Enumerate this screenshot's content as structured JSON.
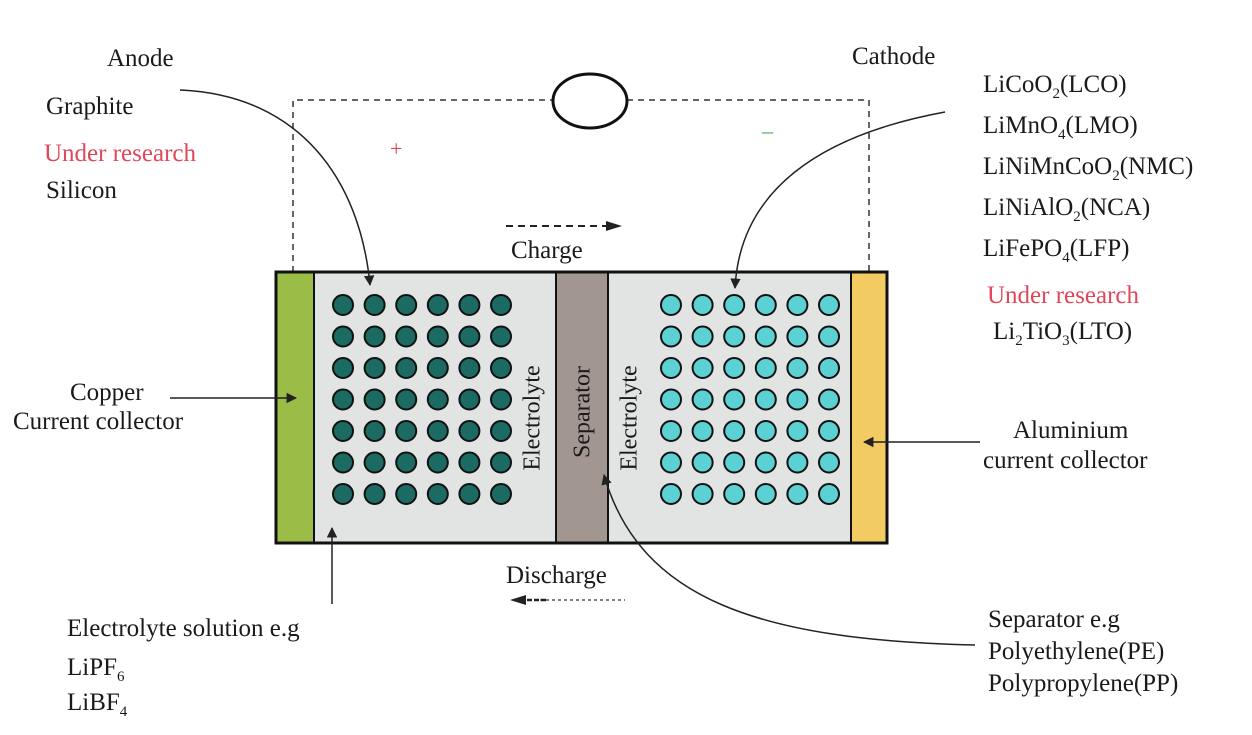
{
  "anode": {
    "title": "Anode",
    "materials": [
      "Graphite"
    ],
    "research_label": "Under research",
    "research_materials": [
      "Silicon"
    ]
  },
  "cathode": {
    "title": "Cathode",
    "materials": [
      [
        [
          "LiCoO"
        ],
        [
          "2",
          "sub"
        ],
        [
          "(LCO)"
        ]
      ],
      [
        [
          "LiMnO"
        ],
        [
          "4",
          "sub"
        ],
        [
          "(LMO)"
        ]
      ],
      [
        [
          "LiNiMnCoO"
        ],
        [
          "2",
          "sub"
        ],
        [
          "(NMC)"
        ]
      ],
      [
        [
          "LiNiAlO"
        ],
        [
          "2",
          "sub"
        ],
        [
          "(NCA)"
        ]
      ],
      [
        [
          "LiFePO"
        ],
        [
          "4",
          "sub"
        ],
        [
          "(LFP)"
        ]
      ]
    ],
    "research_label": "Under research",
    "research_materials": [
      [
        [
          "Li"
        ],
        [
          "2",
          "sub"
        ],
        [
          "TiO"
        ],
        [
          "3",
          "sub"
        ],
        [
          "(LTO)"
        ]
      ]
    ]
  },
  "circuit": {
    "plus": "+",
    "minus": "–"
  },
  "flows": {
    "charge": "Charge",
    "discharge": "Discharge"
  },
  "cell": {
    "electrolyte_left": "Electrolyte",
    "separator": "Separator",
    "electrolyte_right": "Electrolyte",
    "particle_grid": {
      "rows": 7,
      "cols": 6
    }
  },
  "copper_collector": {
    "line1": "Copper",
    "line2": "Current collector"
  },
  "aluminium_collector": {
    "line1": "Aluminium",
    "line2": "current collector"
  },
  "electrolyte_solution": {
    "title": "Electrolyte solution e.g",
    "items": [
      [
        [
          "LiPF"
        ],
        [
          "6",
          "sub"
        ]
      ],
      [
        [
          "LiBF"
        ],
        [
          "4",
          "sub"
        ]
      ]
    ]
  },
  "separator_examples": {
    "title": "Separator e.g",
    "items": [
      "Polyethylene(PE)",
      "Polypropylene(PP)"
    ]
  },
  "colors": {
    "copper": "#9bbd48",
    "aluminium": "#f2cc62",
    "separator": "#a29690",
    "electrolyte_bg": "#e2e3e3",
    "anode_particle": "#1b6b63",
    "cathode_particle": "#5cd1d3",
    "research_text": "#e0475a",
    "plus": "#e0475a",
    "minus": "#3fae4f"
  }
}
